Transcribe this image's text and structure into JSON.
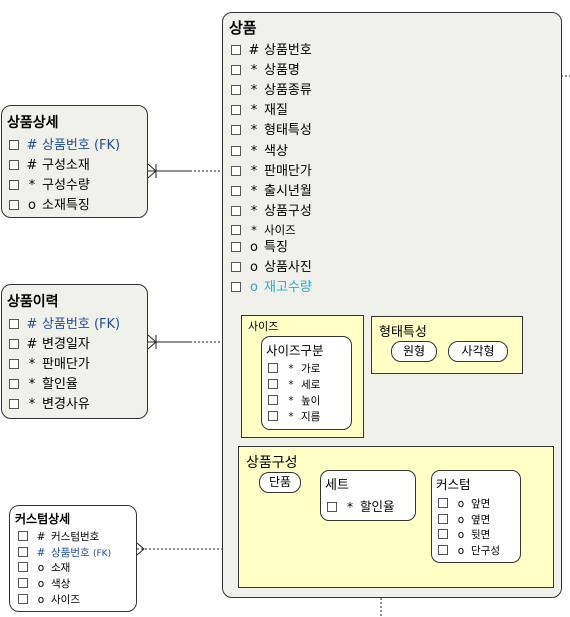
{
  "product": {
    "title": "상품",
    "attributes": [
      {
        "marker": "#",
        "name": "상품번호"
      },
      {
        "marker": "*",
        "name": "상품명"
      },
      {
        "marker": "*",
        "name": "상품종류"
      },
      {
        "marker": "*",
        "name": "재질"
      },
      {
        "marker": "*",
        "name": "형태특성"
      },
      {
        "marker": "*",
        "name": "색상"
      },
      {
        "marker": "*",
        "name": "판매단가"
      },
      {
        "marker": "*",
        "name": "출시년월"
      },
      {
        "marker": "*",
        "name": "상품구성"
      },
      {
        "marker": "*",
        "name": "사이즈"
      },
      {
        "marker": "o",
        "name": "특징"
      },
      {
        "marker": "o",
        "name": "상품사진"
      },
      {
        "marker": "o",
        "name": "재고수량"
      }
    ],
    "size_group": {
      "title": "사이즈",
      "inner_title": "사이즈구분",
      "attributes": [
        {
          "marker": "*",
          "name": "가로"
        },
        {
          "marker": "*",
          "name": "세로"
        },
        {
          "marker": "*",
          "name": "높이"
        },
        {
          "marker": "*",
          "name": "지름"
        }
      ]
    },
    "shape_group": {
      "title": "형태특성",
      "options": [
        "원형",
        "사각형"
      ]
    },
    "composition_group": {
      "title": "상품구성",
      "single": "단품",
      "set": {
        "title": "세트",
        "attributes": [
          {
            "marker": "*",
            "name": "할인율"
          }
        ]
      },
      "custom": {
        "title": "커스텀",
        "attributes": [
          {
            "marker": "o",
            "name": "앞면"
          },
          {
            "marker": "o",
            "name": "옆면"
          },
          {
            "marker": "o",
            "name": "뒷면"
          },
          {
            "marker": "o",
            "name": "단구성"
          }
        ]
      }
    }
  },
  "product_detail": {
    "title": "상품상세",
    "attributes": [
      {
        "marker": "#",
        "name": "상품번호",
        "suffix": "(FK)"
      },
      {
        "marker": "#",
        "name": "구성소재"
      },
      {
        "marker": "*",
        "name": "구성수량"
      },
      {
        "marker": "o",
        "name": "소재특징"
      }
    ]
  },
  "product_history": {
    "title": "상품이력",
    "attributes": [
      {
        "marker": "#",
        "name": "상품번호",
        "suffix": "(FK)"
      },
      {
        "marker": "#",
        "name": "변경일자"
      },
      {
        "marker": "*",
        "name": "판매단가"
      },
      {
        "marker": "*",
        "name": "할인율"
      },
      {
        "marker": "*",
        "name": "변경사유"
      }
    ]
  },
  "custom_detail": {
    "title": "커스텀상세",
    "attributes": [
      {
        "marker": "#",
        "name": "커스텀번호"
      },
      {
        "marker": "#",
        "name": "상품번호",
        "suffix": "(FK)"
      },
      {
        "marker": "o",
        "name": "소재"
      },
      {
        "marker": "o",
        "name": "색상"
      },
      {
        "marker": "o",
        "name": "사이즈"
      }
    ]
  }
}
